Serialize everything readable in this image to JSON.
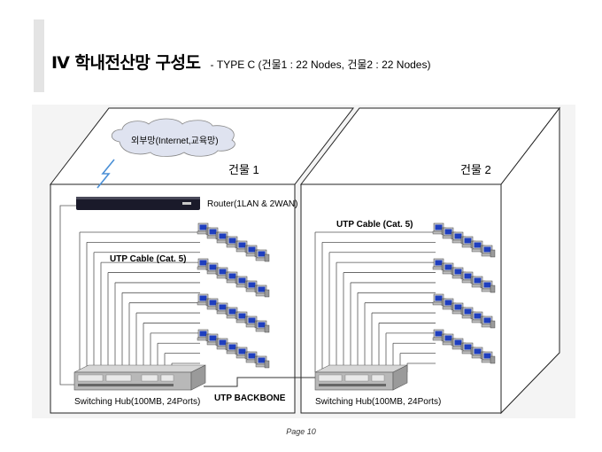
{
  "title": {
    "main": "Ⅳ 학내전산망 구성도",
    "sub": "- TYPE  C (건물1 : 22 Nodes, 건물2 : 22 Nodes)"
  },
  "diagram": {
    "cloud_label": "외부망(Internet,교육망)",
    "building1_label": "건물 1",
    "building2_label": "건물 2",
    "router_label": "Router(1LAN & 2WAN)",
    "utp_cable_label_1": "UTP Cable (Cat. 5)",
    "utp_cable_label_2": "UTP Cable (Cat. 5)",
    "backbone_label": "UTP BACKBONE",
    "hub1_label": "Switching Hub(100MB, 24Ports)",
    "hub2_label": "Switching Hub(100MB, 24Ports)",
    "building1_nodes": 22,
    "building2_nodes": 22
  },
  "footer": {
    "page": "Page 10"
  },
  "colors": {
    "cable": "#555555",
    "hub": "#b8b8b8",
    "router": "#1a1a2a",
    "monitor_screen": "#1f3fbf"
  }
}
